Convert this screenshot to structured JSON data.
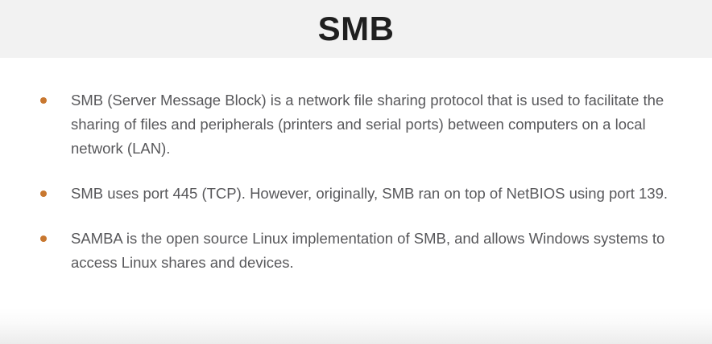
{
  "slide": {
    "title": "SMB",
    "theme": {
      "header_background": "#f2f2f2",
      "body_background": "#ffffff",
      "bullet_color": "#c8772f",
      "text_color": "#58585b",
      "title_color": "#1f1f1f",
      "footer_gradient_end": "#ececec"
    },
    "bullets": [
      {
        "text": "SMB (Server Message Block) is a network file sharing protocol that is used to facilitate the sharing of files and peripherals (printers and serial ports) between computers on a local network (LAN)."
      },
      {
        "text": "SMB uses port 445 (TCP). However, originally, SMB ran on top of NetBIOS using port 139."
      },
      {
        "text": "SAMBA is the open source Linux implementation of SMB, and allows Windows systems to access Linux shares and devices."
      }
    ]
  }
}
